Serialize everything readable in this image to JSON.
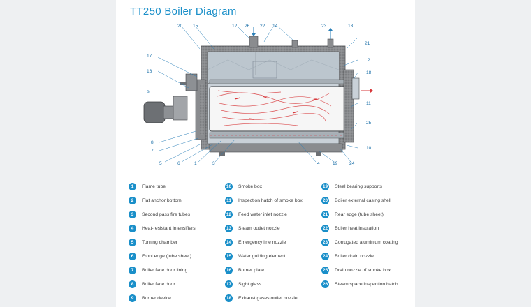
{
  "title": "TT250  Boiler  Diagram",
  "callouts": {
    "c20": "20",
    "c15": "15",
    "c12": "12",
    "c26": "26",
    "c22": "22",
    "c14": "14",
    "c23": "23",
    "c13": "13",
    "c21": "21",
    "c2": "2",
    "c17": "17",
    "c16": "16",
    "c18": "18",
    "c9": "9",
    "c11": "11",
    "c25": "25",
    "c8": "8",
    "c7": "7",
    "c10": "10",
    "c5": "5",
    "c6": "6",
    "c1": "1",
    "c3": "3",
    "c4": "4",
    "c19": "19",
    "c24": "24"
  },
  "legend": [
    {
      "num": "1",
      "text": "Flame tube"
    },
    {
      "num": "2",
      "text": "Flat anchor bottom"
    },
    {
      "num": "3",
      "text": "Second pass fire tubes"
    },
    {
      "num": "4",
      "text": "Heat-resistant intensifiers"
    },
    {
      "num": "5",
      "text": "Turning chamber"
    },
    {
      "num": "6",
      "text": "Front edge (tube sheet)"
    },
    {
      "num": "7",
      "text": "Boiler face door lining"
    },
    {
      "num": "8",
      "text": "Boiler face door"
    },
    {
      "num": "9",
      "text": "Burner device"
    },
    {
      "num": "10",
      "text": "Smoke box"
    },
    {
      "num": "11",
      "text": "Inspection hatch of smoke box"
    },
    {
      "num": "12",
      "text": "Feed water inlet nozzle"
    },
    {
      "num": "13",
      "text": "Steam outlet nozzle"
    },
    {
      "num": "14",
      "text": "Emergency line nozzle"
    },
    {
      "num": "15",
      "text": "Water guiding element"
    },
    {
      "num": "16",
      "text": "Burner plate"
    },
    {
      "num": "17",
      "text": "Sight glass"
    },
    {
      "num": "18",
      "text": "Exhaust gases outlet nozzle"
    },
    {
      "num": "19",
      "text": "Steel bearing supports"
    },
    {
      "num": "20",
      "text": "Boiler external casing shell"
    },
    {
      "num": "21",
      "text": "Rear edge (tube sheet)"
    },
    {
      "num": "22",
      "text": "Boiler heat insulation"
    },
    {
      "num": "23",
      "text": "Corrugated aluminium coating"
    },
    {
      "num": "24",
      "text": "Boiler drain nozzle"
    },
    {
      "num": "25",
      "text": "Drain nozzle of smoke box"
    },
    {
      "num": "26",
      "text": "Steam space inspection hatch"
    }
  ],
  "colors": {
    "accent": "#1a8fc9",
    "casing": "#7b7d80",
    "flame": "#d7373a"
  }
}
